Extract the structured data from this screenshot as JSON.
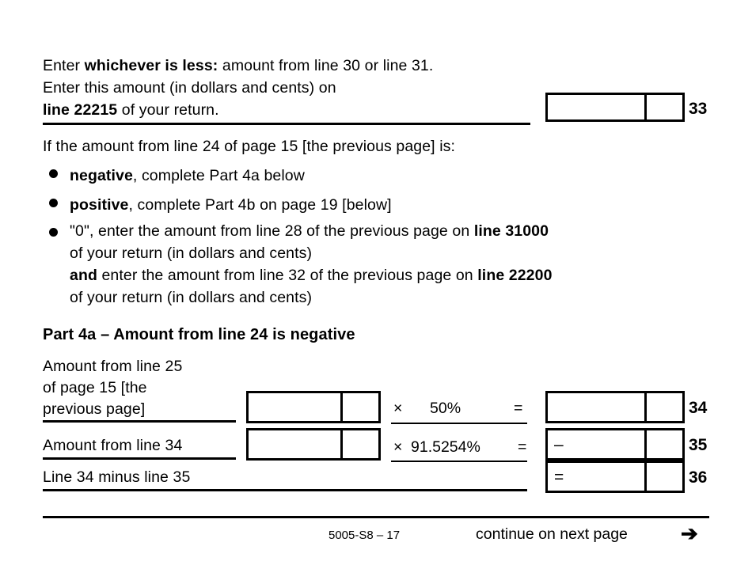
{
  "intro": {
    "line1_prefix": "Enter ",
    "line1_bold": "whichever is less:",
    "line1_suffix": " amount from line 30 or line 31.",
    "line2": "Enter this amount (in dollars and cents) on",
    "line3_bold": "line 22215",
    "line3_suffix": " of your return.",
    "box_number": "33"
  },
  "condition": {
    "lead_in": "If the amount from line 24 of page 15 [the previous page] is:",
    "bullets": [
      {
        "bold": "negative",
        "rest": ", complete Part 4a below"
      },
      {
        "bold": "positive",
        "rest": ", complete Part 4b on page 19 [below]"
      }
    ],
    "zero_bullet": {
      "line1_prefix": "\"0\", enter the amount from line 28 of the previous page on ",
      "line1_bold": "line 31000",
      "line2": "of your return (in dollars and cents)",
      "line3_bold_lead": "and",
      "line3_mid": " enter the amount from line 32 of the previous page on ",
      "line3_bold_end": "line 22200",
      "line4": "of your return (in dollars and cents)"
    }
  },
  "part4a": {
    "heading": "Part 4a – Amount from line 24 is negative",
    "rows": [
      {
        "label_lines": [
          "Amount from line 25",
          "of page 15 [the",
          "previous page]"
        ],
        "multiply_symbol": "×",
        "rate": "50%",
        "equals_symbol": "=",
        "result_sign": "",
        "box_number": "34"
      },
      {
        "label_lines": [
          "Amount from line 34"
        ],
        "multiply_symbol": "×",
        "rate": "91.5254%",
        "equals_symbol": "=",
        "result_sign": "–",
        "box_number": "35"
      },
      {
        "label_lines": [
          "Line 34 minus line 35"
        ],
        "multiply_symbol": "",
        "rate": "",
        "equals_symbol": "",
        "result_sign": "=",
        "box_number": "36"
      }
    ]
  },
  "footer": {
    "form_id": "5005-S8 – 17",
    "continue_text": "continue on next page",
    "arrow_glyph": "➔"
  }
}
